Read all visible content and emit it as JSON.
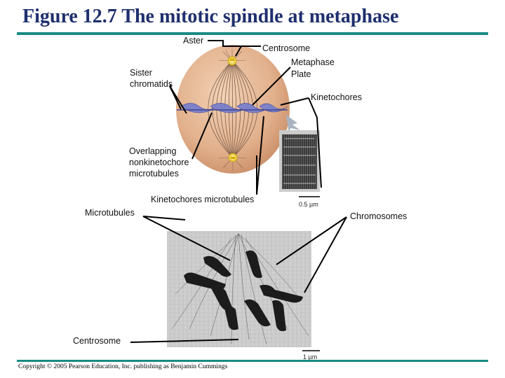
{
  "title": "Figure 12.7 The mitotic spindle at metaphase",
  "labels": {
    "aster": "Aster",
    "centrosome_top": "Centrosome",
    "metaphase_plate_1": "Metaphase",
    "metaphase_plate_2": "Plate",
    "sister_chromatids_1": "Sister",
    "sister_chromatids_2": "chromatids",
    "kinetochores": "Kinetochores",
    "overlapping_1": "Overlapping",
    "overlapping_2": "nonkinetochore",
    "overlapping_3": "microtubules",
    "kinetochore_microtubules": "Kinetochores microtubules",
    "microtubules": "Microtubules",
    "chromosomes": "Chromosomes",
    "centrosome_bottom": "Centrosome"
  },
  "scale_bars": {
    "top": "0.5 µm",
    "bottom": "1 µm"
  },
  "colors": {
    "title": "#1f2f6e",
    "rule": "#1a8a84",
    "cell": "#e2b08c",
    "chromosome": "#7f82c9"
  },
  "copyright": "Copyright © 2005 Pearson Education, Inc. publishing as Benjamin Cummings"
}
